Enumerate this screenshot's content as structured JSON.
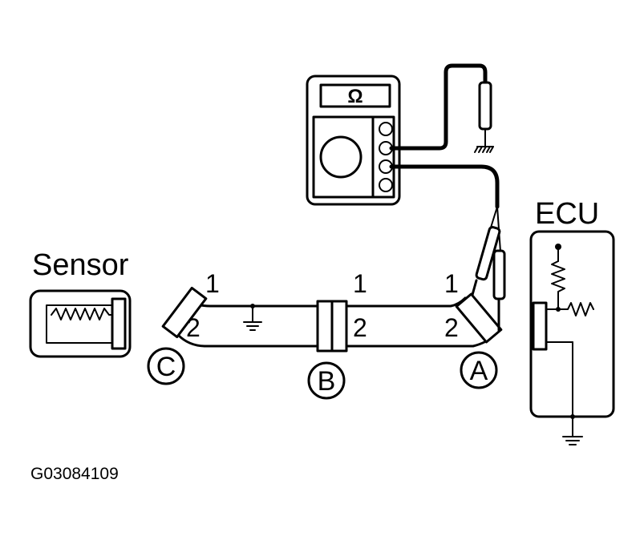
{
  "labels": {
    "sensor": "Sensor",
    "ecu": "ECU",
    "meter_symbol": "Ω",
    "figure_code": "G03084109"
  },
  "connectors": {
    "a": "A",
    "b": "B",
    "c": "C"
  },
  "pins": {
    "c_pin1": "1",
    "c_pin2": "2",
    "b_pin1": "1",
    "b_pin2": "2",
    "a_pin1": "1",
    "a_pin2": "2"
  },
  "icons": {
    "meter": "ohmmeter-icon",
    "ground": "ground-icon",
    "resistor": "resistor-icon"
  }
}
